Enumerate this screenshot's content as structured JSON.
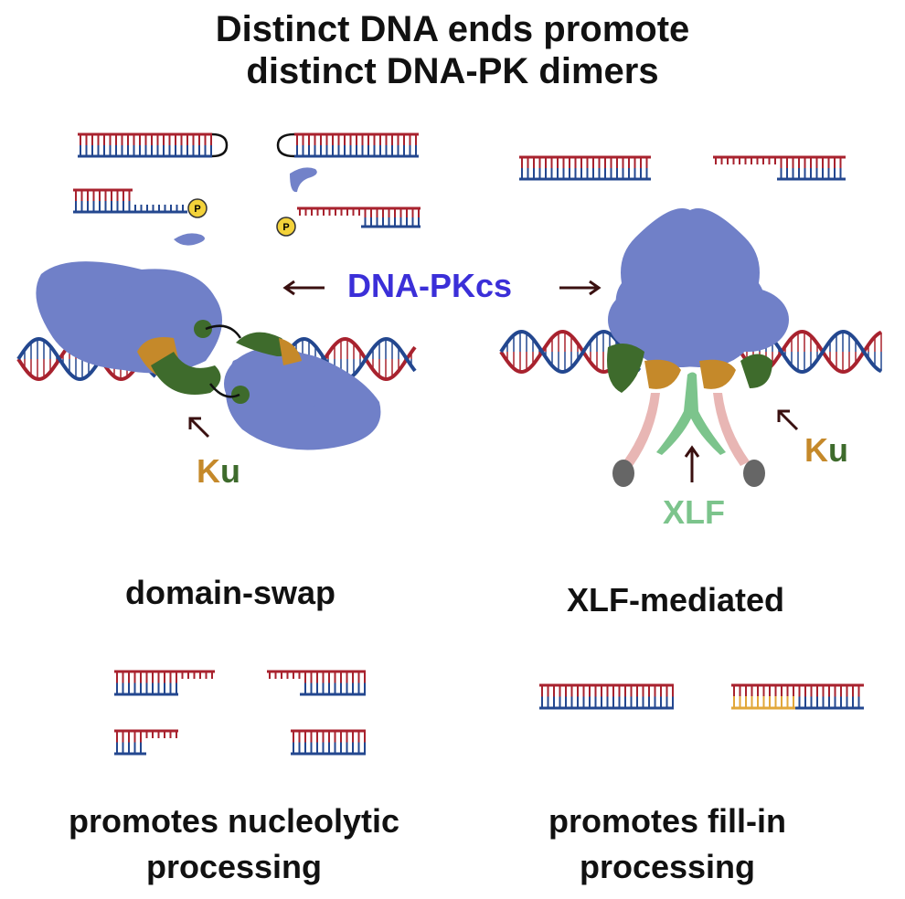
{
  "title": {
    "line1": "Distinct DNA ends promote",
    "line2": "distinct DNA-PK dimers"
  },
  "labels": {
    "dnapkcs": "DNA-PKcs",
    "ku_left": {
      "k": "K",
      "u": "u"
    },
    "ku_right": {
      "k": "K",
      "u": "u"
    },
    "xlf": "XLF",
    "phosphate": "P"
  },
  "left_panel": {
    "mode": "domain-swap",
    "outcome_line1": "promotes nucleolytic",
    "outcome_line2": "processing"
  },
  "right_panel": {
    "mode": "XLF-mediated",
    "outcome_line1": "promotes fill-in",
    "outcome_line2": "processing"
  },
  "colors": {
    "dna_top": "#a8222e",
    "dna_bottom": "#23478f",
    "pkcs": "#6f80c8",
    "ku_green": "#3e6b2c",
    "ku_orange": "#c5892a",
    "xlf": "#7cc48c",
    "dnapkcs_text": "#3b2fd8",
    "fill_in": "#e2a73a"
  }
}
